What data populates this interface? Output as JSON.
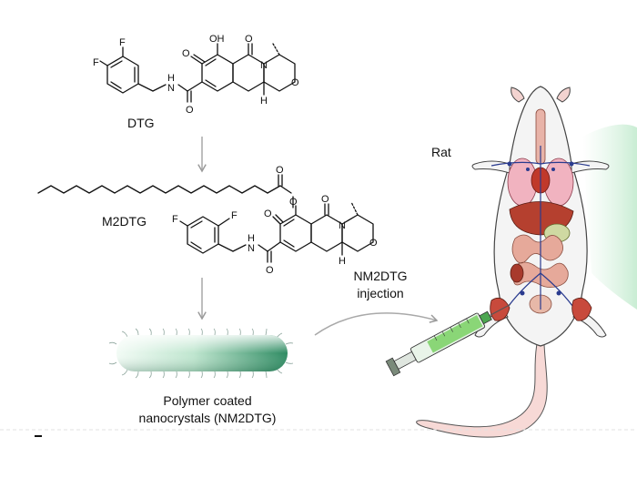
{
  "dtg": {
    "name": "DTG",
    "atoms": {
      "oh": "OH",
      "o": "O",
      "n": "N",
      "h": "H",
      "f": "F",
      "nh_h": "H",
      "nh_n": "N"
    }
  },
  "m2dtg": {
    "name": "M2DTG",
    "atoms": {
      "o": "O",
      "n": "N",
      "h": "H",
      "f": "F",
      "nh_h": "H",
      "nh_n": "N"
    }
  },
  "nanocrystal": {
    "line1": "Polymer coated",
    "line2": "nanocrystals (NM2DTG)"
  },
  "injection": {
    "line1": "NM2DTG",
    "line2": "injection"
  },
  "animal": "Rat",
  "colors": {
    "arrow": "#a9a9a9",
    "rod_light": "#e6f5ec",
    "rod_dark": "#2e8b62",
    "liquid": "#7fd36a",
    "tissue": "#c84a3c"
  }
}
